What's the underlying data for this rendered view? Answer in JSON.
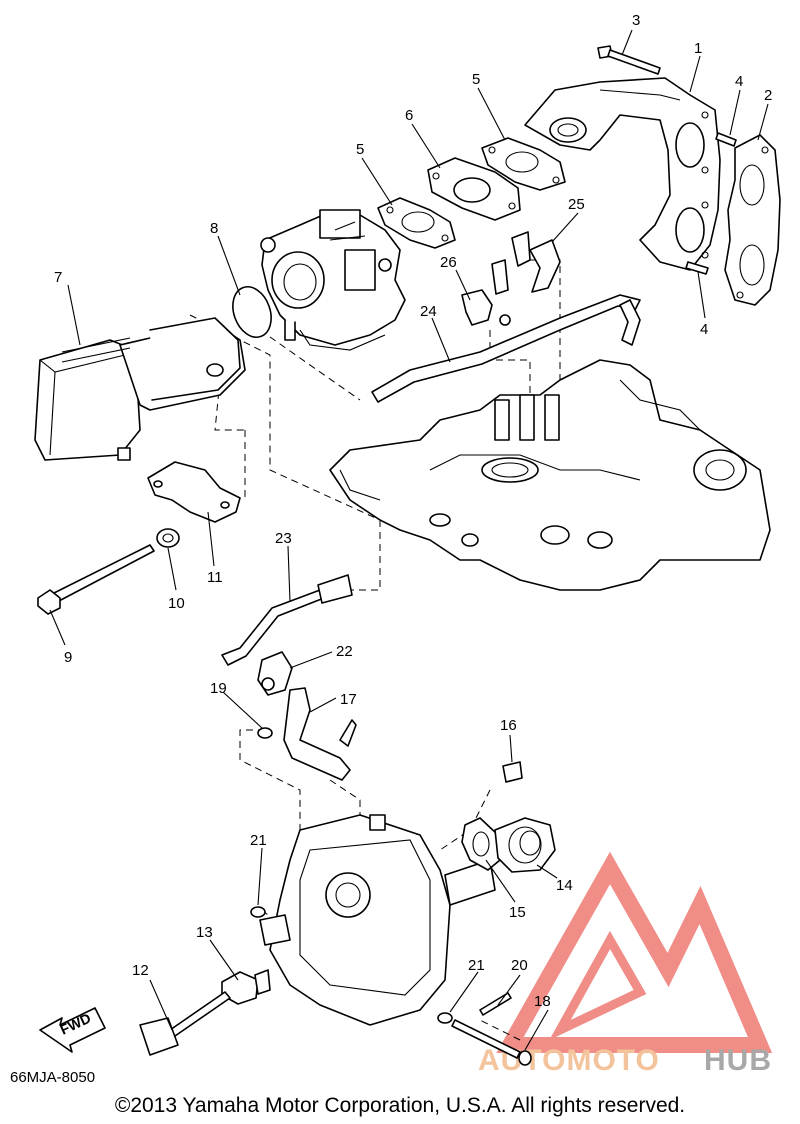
{
  "diagram": {
    "part_code": "66MJA-8050",
    "copyright": "©2013 Yamaha Motor Corporation, U.S.A. All rights reserved.",
    "fwd_label": "FWD",
    "watermark": {
      "part1": "AUTOMOTO",
      "part2": "HUB",
      "color_primary": "#f2b98a",
      "color_secondary": "#9a9a9a",
      "triangle_color": "#ee7a72"
    },
    "callouts": [
      "1",
      "2",
      "3",
      "4",
      "4",
      "5",
      "5",
      "6",
      "7",
      "8",
      "9",
      "10",
      "11",
      "12",
      "13",
      "14",
      "15",
      "16",
      "17",
      "18",
      "19",
      "20",
      "21",
      "21",
      "22",
      "23",
      "24",
      "25",
      "26"
    ]
  }
}
